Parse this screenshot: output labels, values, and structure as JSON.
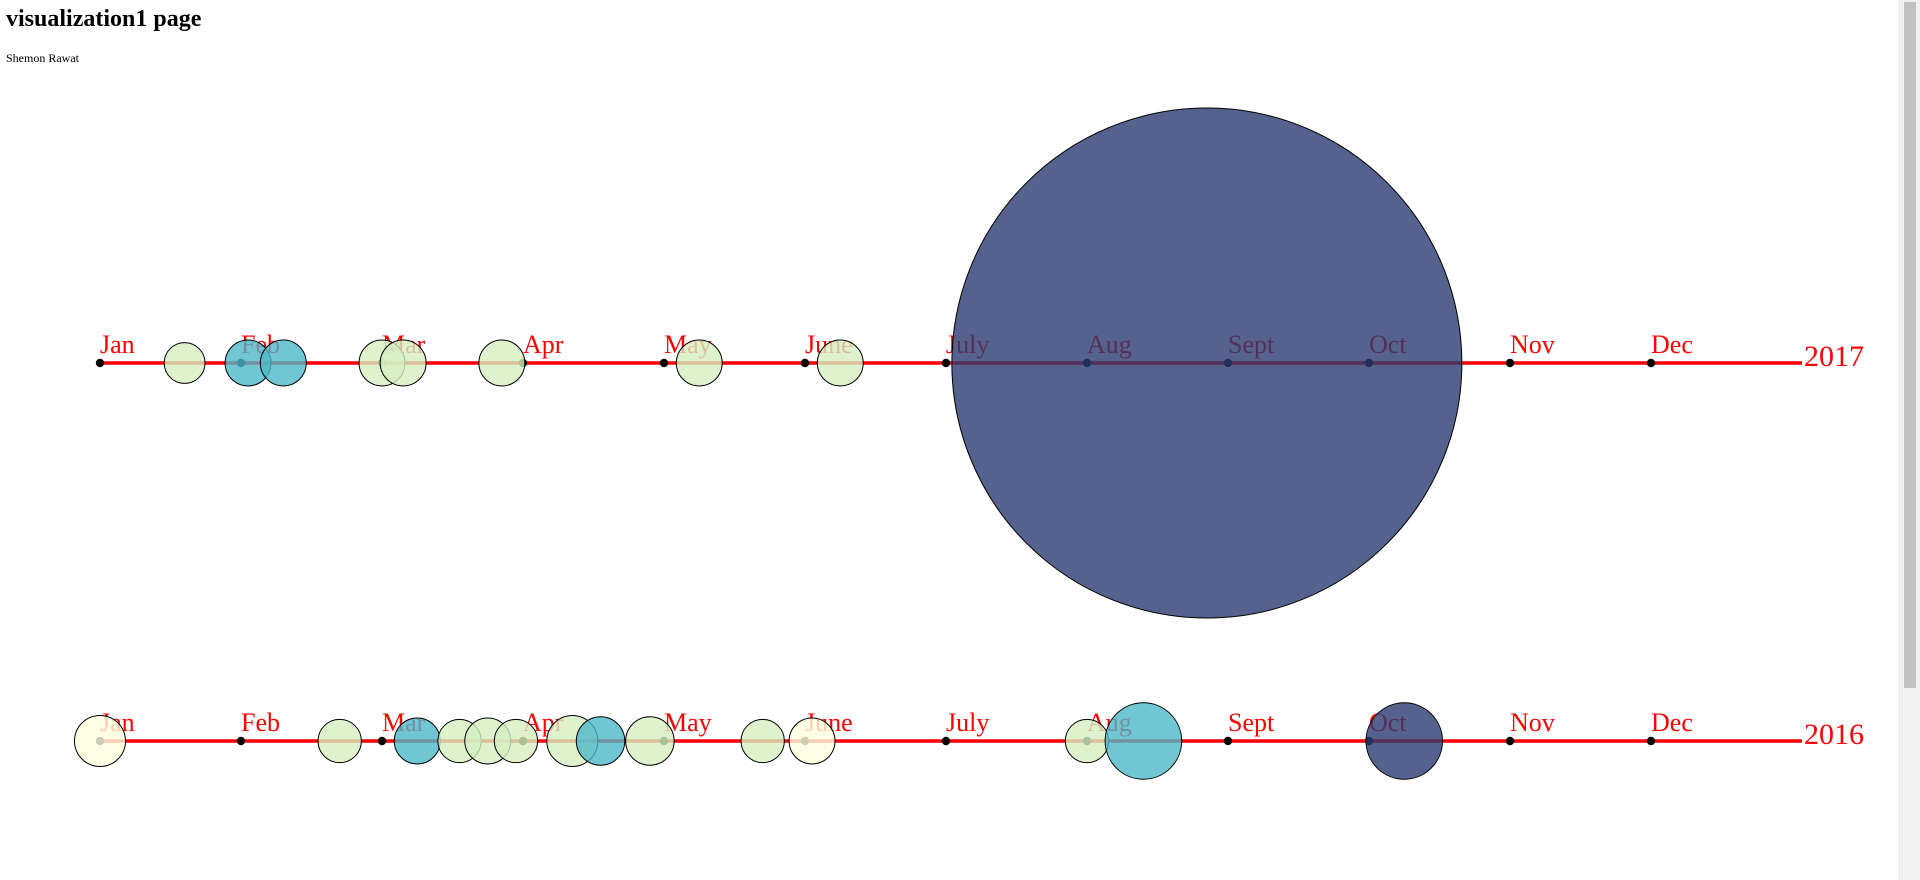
{
  "page": {
    "title": "visualization1 page",
    "author": "Shemon Rawat"
  },
  "colors": {
    "timeline": "#ff0000",
    "month_label": "#ff0000",
    "month_dot": "#000000",
    "bubble_stroke": "#000000",
    "scale_light": "#ffffe0",
    "scale_mid_low": "#d4efc0",
    "scale_mid_high": "#4db8c8",
    "scale_dark": "#2b3b70"
  },
  "chart_data": {
    "type": "scatter",
    "encoding": "bubble timeline: x = date within year, bubble radius and color = value",
    "months": [
      "Jan",
      "Feb",
      "Mar",
      "Apr",
      "May",
      "June",
      "July",
      "Aug",
      "Sept",
      "Oct",
      "Nov",
      "Dec"
    ],
    "rows": [
      {
        "year": "2017",
        "bubbles": [
          {
            "month": 1.6,
            "size": 0.08,
            "color": "#d4efc0"
          },
          {
            "month": 2.05,
            "size": 0.09,
            "color": "#4db8c8"
          },
          {
            "month": 2.3,
            "size": 0.09,
            "color": "#4db8c8"
          },
          {
            "month": 3.0,
            "size": 0.09,
            "color": "#d4efc0"
          },
          {
            "month": 3.15,
            "size": 0.09,
            "color": "#d4efc0"
          },
          {
            "month": 3.85,
            "size": 0.09,
            "color": "#d4efc0"
          },
          {
            "month": 5.25,
            "size": 0.09,
            "color": "#d4efc0"
          },
          {
            "month": 6.25,
            "size": 0.09,
            "color": "#d4efc0"
          },
          {
            "month": 8.85,
            "size": 1.0,
            "color": "#2b3b70"
          }
        ]
      },
      {
        "year": "2016",
        "bubbles": [
          {
            "month": 1.0,
            "size": 0.1,
            "color": "#ffffe0"
          },
          {
            "month": 2.7,
            "size": 0.085,
            "color": "#d4efc0"
          },
          {
            "month": 3.25,
            "size": 0.09,
            "color": "#4db8c8"
          },
          {
            "month": 3.55,
            "size": 0.085,
            "color": "#d4efc0"
          },
          {
            "month": 3.75,
            "size": 0.09,
            "color": "#d4efc0"
          },
          {
            "month": 3.95,
            "size": 0.085,
            "color": "#d4efc0"
          },
          {
            "month": 4.35,
            "size": 0.1,
            "color": "#d4efc0"
          },
          {
            "month": 4.55,
            "size": 0.095,
            "color": "#4db8c8"
          },
          {
            "month": 4.9,
            "size": 0.095,
            "color": "#d4efc0"
          },
          {
            "month": 5.7,
            "size": 0.085,
            "color": "#d4efc0"
          },
          {
            "month": 6.05,
            "size": 0.09,
            "color": "#ffffe0"
          },
          {
            "month": 8.0,
            "size": 0.085,
            "color": "#d4efc0"
          },
          {
            "month": 8.4,
            "size": 0.15,
            "color": "#4db8c8"
          },
          {
            "month": 10.25,
            "size": 0.15,
            "color": "#2b3b70"
          }
        ]
      }
    ]
  }
}
